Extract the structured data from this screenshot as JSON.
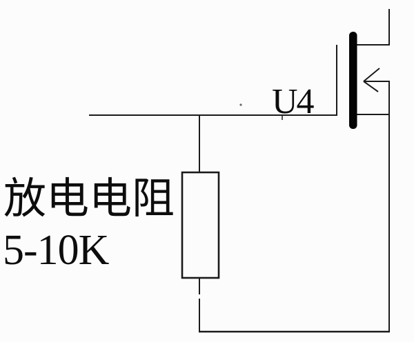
{
  "diagram": {
    "type": "circuit-schematic",
    "description": "Discharge resistor driving the gate node of MOSFET U4",
    "colors": {
      "background": "#fcfcfc",
      "line": "#1a1a1a",
      "text": "#0d0d0d"
    },
    "labels": {
      "mosfet_ref": "U4",
      "resistor_name": "放电电阻",
      "resistor_value": "5-10K"
    },
    "components": [
      {
        "id": "U4",
        "kind": "n-channel-mosfet-symbol",
        "label": "U4"
      },
      {
        "id": "R_discharge",
        "kind": "resistor-symbol",
        "label": "放电电阻",
        "value": "5-10K"
      }
    ]
  }
}
